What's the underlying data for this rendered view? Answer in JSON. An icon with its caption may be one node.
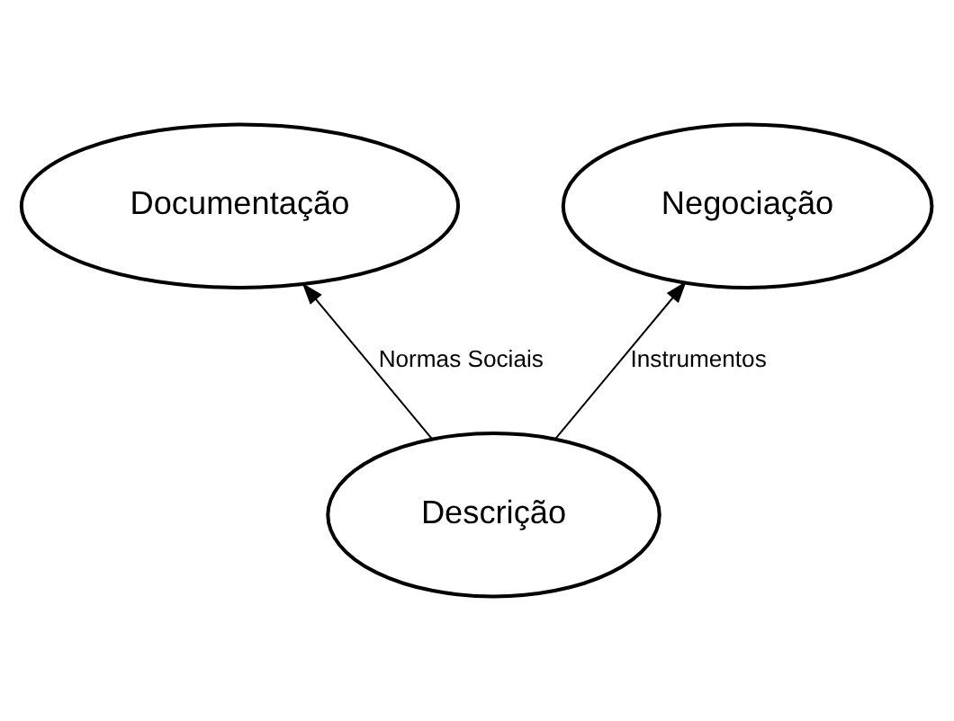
{
  "diagram": {
    "nodes": [
      {
        "text": [
          "Documentação"
        ]
      },
      {
        "text": [
          "Negociação"
        ]
      },
      {
        "text": [
          "Descrição"
        ]
      }
    ],
    "edges": [
      {
        "from": 2,
        "to": 0,
        "arrow": "to",
        "label": "Normas Sociais"
      },
      {
        "from": 2,
        "to": 1,
        "arrow": "to",
        "label": "Instrumentos"
      }
    ]
  }
}
